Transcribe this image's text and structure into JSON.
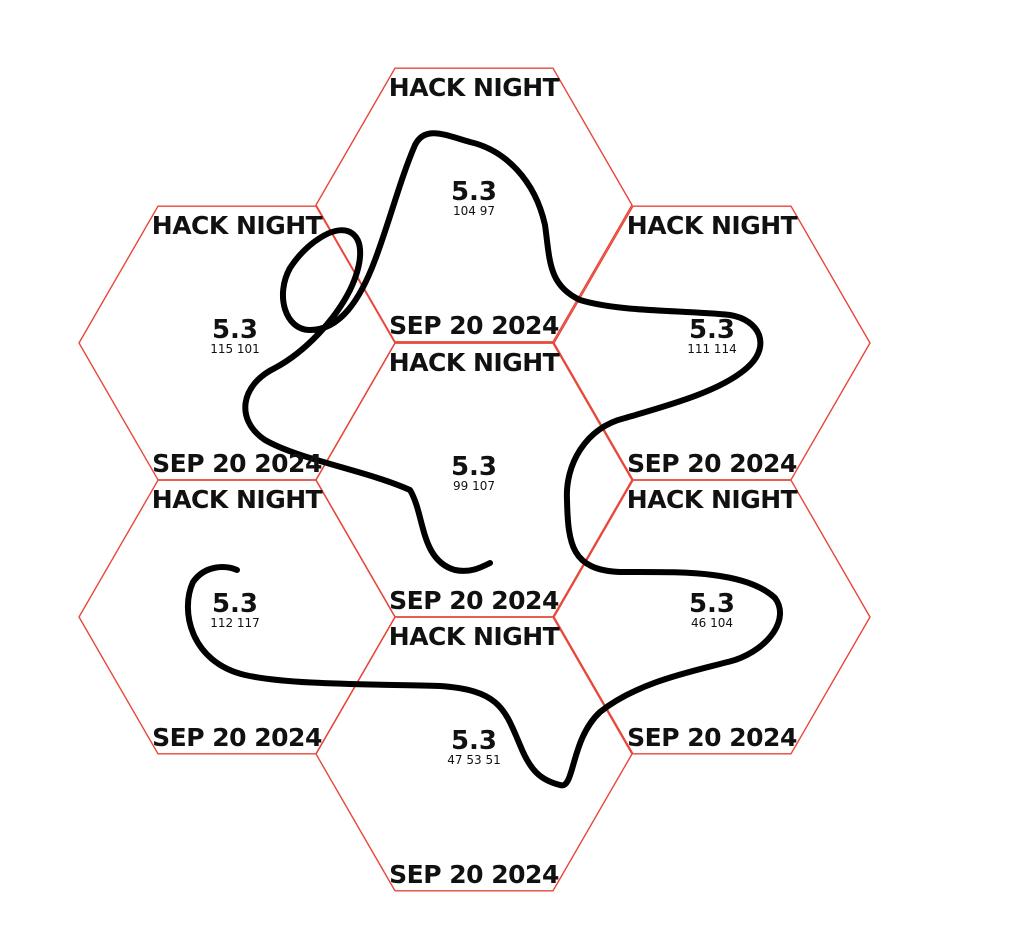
{
  "colors": {
    "hex_outline": "#e8473a",
    "scribble": "#000000"
  },
  "tiles": [
    {
      "title": "HACK NIGHT",
      "value": "5.3",
      "code": "104 97",
      "date": "SEP 20 2024"
    },
    {
      "title": "HACK NIGHT",
      "value": "5.3",
      "code": "115 101",
      "date": "SEP 20 2024"
    },
    {
      "title": "HACK NIGHT",
      "value": "5.3",
      "code": "111 114",
      "date": "SEP 20 2024"
    },
    {
      "title": "HACK NIGHT",
      "value": "5.3",
      "code": "99 107",
      "date": "SEP 20 2024"
    },
    {
      "title": "HACK NIGHT",
      "value": "5.3",
      "code": "112 117",
      "date": "SEP 20 2024"
    },
    {
      "title": "HACK NIGHT",
      "value": "5.3",
      "code": "46 104",
      "date": "SEP 20 2024"
    },
    {
      "title": "HACK NIGHT",
      "value": "5.3",
      "code": "47 53 51",
      "date": "SEP 20 2024"
    }
  ]
}
